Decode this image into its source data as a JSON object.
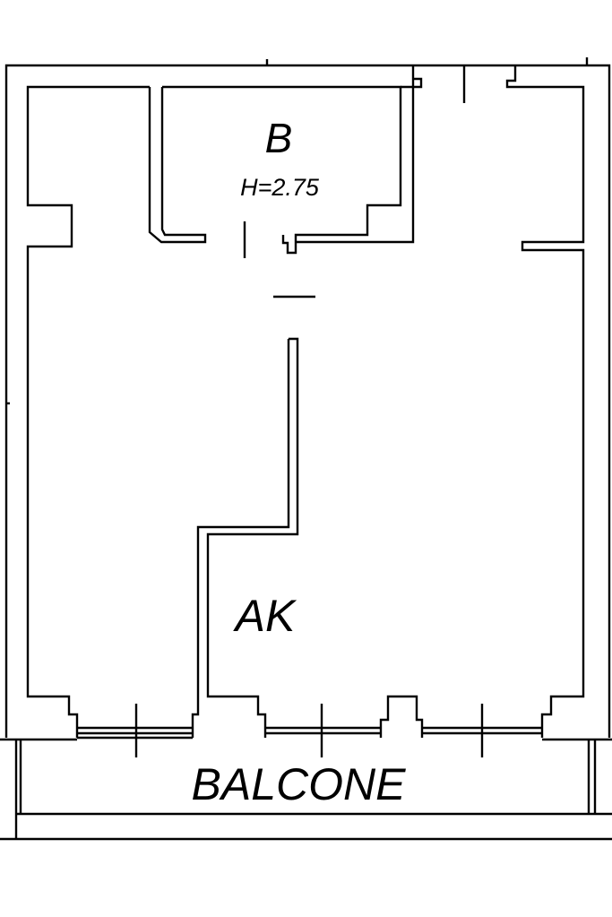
{
  "rooms": {
    "bathroom": {
      "label": "B",
      "height": "H=2.75"
    },
    "main_room": {
      "label": "AK"
    },
    "balcony": {
      "label": "BALCONE"
    }
  },
  "colors": {
    "line": "#000000",
    "background": "#ffffff"
  }
}
